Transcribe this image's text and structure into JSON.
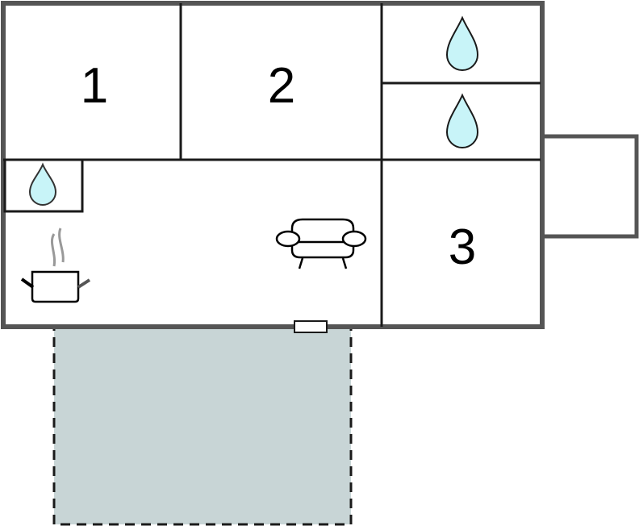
{
  "floorplan": {
    "rooms": [
      {
        "label": "1",
        "type": "bedroom"
      },
      {
        "label": "2",
        "type": "bedroom"
      },
      {
        "label": "3",
        "type": "bedroom"
      }
    ],
    "icons": [
      "water-drop-icon",
      "water-drop-icon",
      "water-drop-icon",
      "cooking-pot-icon",
      "sofa-icon"
    ],
    "colors": {
      "wall": "#555555",
      "inner_wall": "#1a1a1a",
      "water": "#c8f4f8",
      "terrace": "#c8d5d6"
    }
  }
}
